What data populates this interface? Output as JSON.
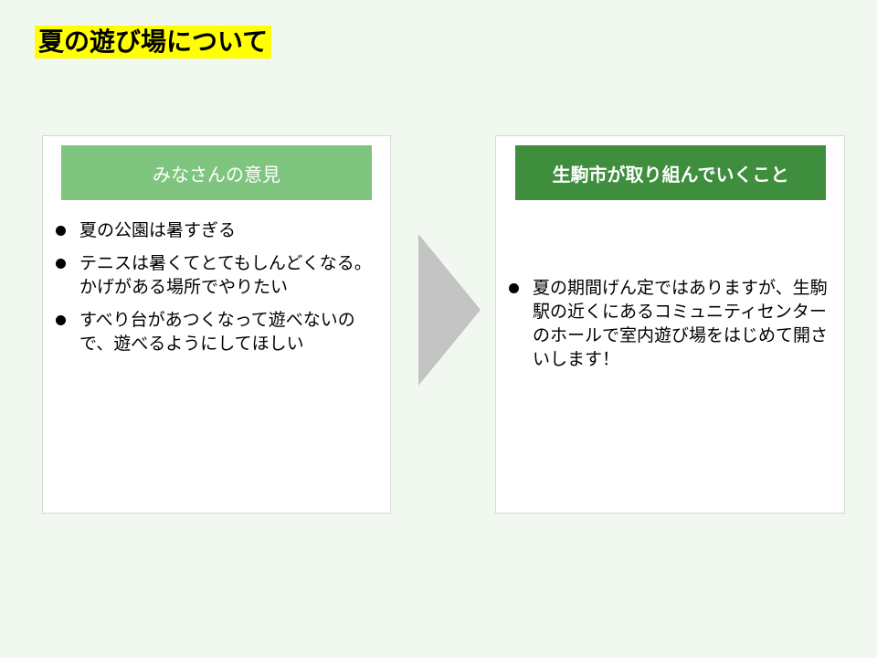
{
  "title": "夏の遊び場について",
  "left_panel": {
    "header": "みなさんの意見",
    "items": [
      "夏の公園は暑すぎる",
      "テニスは暑くてとてもしんどくなる。かげがある場所でやりたい",
      "すべり台があつくなって遊べないので、遊べるようにしてほしい"
    ]
  },
  "right_panel": {
    "header": "生駒市が取り組んでいくこと",
    "items": [
      "夏の期間げん定ではありますが、生駒駅の近くにあるコミュニティセンターのホールで室内遊び場をはじめて開さいします！"
    ]
  },
  "colors": {
    "background": "#f1f8ef",
    "title_highlight": "#ffff00",
    "left_header": "#7fc57f",
    "right_header": "#3e8e3e",
    "arrow": "#c4c4c4"
  },
  "icons": {
    "arrow": "chevron-right-arrow-icon"
  }
}
